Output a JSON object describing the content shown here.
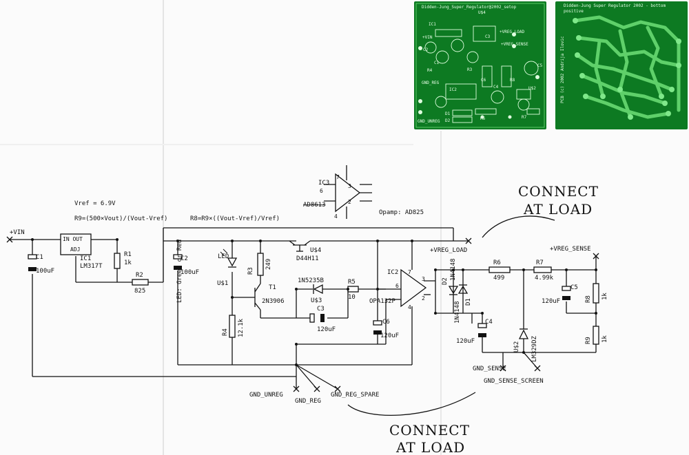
{
  "pcb": {
    "top_title": "Didden-Jung_Super_Regulator@2002_setop",
    "bottom_title": "Didden-Jung Super Regulator 2002 - bottom",
    "bottom_subtitle": "positive",
    "bottom_side_text": "PCB (c) 2002 Andrija Ilovic",
    "top_labels": [
      "IC1",
      "U$4",
      "+VIN",
      "+VREG_LOAD",
      "+VREG_SENSE",
      "C2",
      "C1",
      "R4",
      "R3",
      "C3",
      "C5",
      "GND_REG",
      "GND_UNREG",
      "IC2",
      "C4",
      "C6",
      "D1",
      "D2",
      "R6",
      "U$2",
      "R7",
      "R8"
    ]
  },
  "notes": {
    "vref": "Vref = 6.9V",
    "r9": "R9=(500×Vout)/(Vout-Vref)",
    "r8": "R8=R9×((Vout-Vref)/Vref)",
    "opamp": "Opamp: AD825",
    "led": "LED: Green or Red",
    "connect_top_1": "CONNECT",
    "connect_top_2": "AT LOAD",
    "connect_bottom_1": "CONNECT",
    "connect_bottom_2": "AT LOAD"
  },
  "symbols": {
    "ic3": "IC3",
    "ic3_part": "AD8613",
    "ic3_pins": [
      "7",
      "3",
      "2",
      "6",
      "4"
    ]
  },
  "nets": {
    "vin": "+VIN",
    "vreg_load": "+VREG_LOAD",
    "vreg_sense": "+VREG_SENSE",
    "gnd_unreg": "GND_UNREG",
    "gnd_reg": "GND_REG",
    "gnd_reg_spare": "GND_REG_SPARE",
    "gnd_sense": "GND_SENSE",
    "gnd_sense_screen": "GND_SENSE_SCREEN"
  },
  "components": {
    "ic1_pins": "IN  OUT",
    "ic1_adj": "ADJ",
    "ic1_name": "IC1",
    "ic1_part": "LM317T",
    "c1_name": "C1",
    "c1_value": "100uF",
    "r1_name": "R1",
    "r1_value": "1k",
    "r2_name": "R2",
    "r2_value": "825",
    "c2_name": "C2",
    "c2_value": "100uF",
    "led_name": "LED",
    "u1_name": "U$1",
    "r3_name": "R3",
    "r3_value": "249",
    "t1_name": "T1",
    "t1_part": "2N3906",
    "r4_name": "R4",
    "r4_value": "12.1k",
    "u4_name": "U$4",
    "u4_part": "D44H11",
    "zener_part": "1N5235B",
    "u3_name": "U$3",
    "c3_name": "C3",
    "c3_value": "120uF",
    "r5_name": "R5",
    "r5_value": "10",
    "ic2_name": "IC2",
    "ic2_part": "OPA132P",
    "c6_name": "C6",
    "c6_value": "120uF",
    "d2_name": "D2",
    "d2_part": "1N4148",
    "d1_name": "D1",
    "d1_part": "1N4148",
    "r6_name": "R6",
    "r6_value": "499",
    "r7_name": "R7",
    "r7_value": "4.99k",
    "c5_name": "C5",
    "c5_value": "120uF",
    "r8_name": "R8",
    "r8_value": "1k",
    "r9_name": "R9",
    "r9_value": "1k",
    "c4_name": "C4",
    "c4_value": "120uF",
    "u2_name": "U$2",
    "u2_part": "LM329DZ"
  },
  "colors": {
    "pcb_green": "#0d7a22",
    "pcb_trace": "#5fd06a",
    "ink": "#111111",
    "paper": "#fbfbfb"
  }
}
